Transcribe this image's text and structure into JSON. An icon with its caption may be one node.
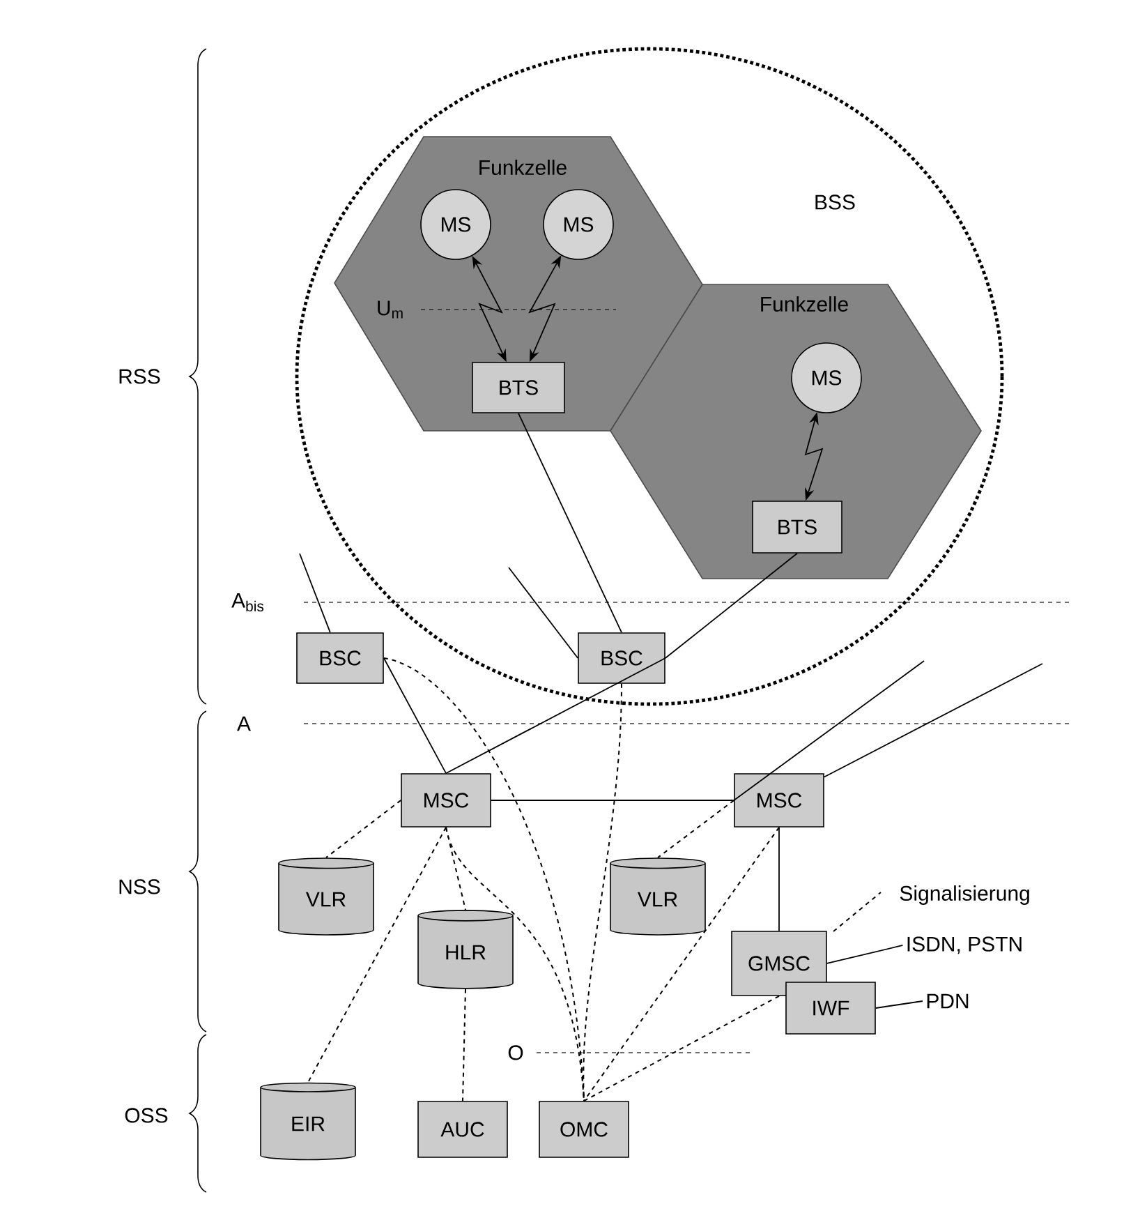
{
  "diagram": {
    "nodes": [
      {
        "text": [
          "BSS"
        ]
      },
      {
        "text": [
          "Funkzelle"
        ],
        "in": 0
      },
      {
        "text": [
          "MS"
        ],
        "in": 1
      },
      {
        "text": [
          "MS"
        ],
        "in": 1
      },
      {
        "text": [
          "BTS"
        ],
        "in": 1
      },
      {
        "text": [
          "Funkzelle"
        ],
        "in": 0
      },
      {
        "text": [
          "MS"
        ],
        "in": 5
      },
      {
        "text": [
          "BTS"
        ],
        "in": 5
      },
      {
        "text": [
          "BSC"
        ]
      },
      {
        "text": [
          "BSC"
        ],
        "in": 0
      },
      {
        "text": [
          "MSC"
        ]
      },
      {
        "text": [
          "MSC"
        ]
      },
      {
        "text": [
          "VLR"
        ]
      },
      {
        "text": [
          "HLR"
        ]
      },
      {
        "text": [
          "VLR"
        ]
      },
      {
        "text": [
          "GMSC"
        ]
      },
      {
        "text": [
          "IWF"
        ]
      },
      {
        "text": [
          "EIR"
        ]
      },
      {
        "text": [
          "AUC"
        ]
      },
      {
        "text": [
          "OMC"
        ]
      },
      {
        "text": [
          "ISDN, PSTN"
        ]
      },
      {
        "text": [
          "PDN"
        ]
      }
    ],
    "edges": [
      {
        "from": 2,
        "to": 4,
        "arrow": "both"
      },
      {
        "from": 3,
        "to": 4,
        "arrow": "both"
      },
      {
        "from": 6,
        "to": 7,
        "arrow": "both"
      },
      {
        "from": 4,
        "to": 9,
        "arrow": "none"
      },
      {
        "from": 7,
        "to": 9,
        "arrow": "none"
      },
      {
        "from": null,
        "to": 8,
        "arrow": "none"
      },
      {
        "from": null,
        "to": 9,
        "arrow": "none"
      },
      {
        "from": 8,
        "to": 10,
        "arrow": "none"
      },
      {
        "from": 9,
        "to": 10,
        "arrow": "none"
      },
      {
        "from": 10,
        "to": 11,
        "arrow": "none"
      },
      {
        "from": null,
        "to": 11,
        "arrow": "none"
      },
      {
        "from": null,
        "to": 11,
        "arrow": "none"
      },
      {
        "from": 11,
        "to": 15,
        "arrow": "none"
      },
      {
        "from": 15,
        "to": 20,
        "arrow": "none"
      },
      {
        "from": 16,
        "to": 21,
        "arrow": "none"
      },
      {
        "from": 8,
        "to": 19,
        "arrow": "none",
        "style": "dashed"
      },
      {
        "from": 9,
        "to": 19,
        "arrow": "none",
        "style": "dashed"
      },
      {
        "from": 10,
        "to": 12,
        "arrow": "none",
        "style": "dashed"
      },
      {
        "from": 10,
        "to": 13,
        "arrow": "none",
        "style": "dashed"
      },
      {
        "from": 10,
        "to": 17,
        "arrow": "none",
        "style": "dashed"
      },
      {
        "from": 10,
        "to": 19,
        "arrow": "none",
        "style": "dashed"
      },
      {
        "from": 13,
        "to": 18,
        "arrow": "none",
        "style": "dashed"
      },
      {
        "from": 11,
        "to": 14,
        "arrow": "none",
        "style": "dashed"
      },
      {
        "from": 11,
        "to": 19,
        "arrow": "none",
        "style": "dashed"
      },
      {
        "from": 15,
        "to": 19,
        "arrow": "none",
        "style": "dashed"
      }
    ],
    "labels": [
      "RSS",
      "NSS",
      "OSS",
      "U$_{m}$",
      "A$_{bis}$",
      "A",
      "O"
    ],
    "legend": [
      {
        "text": "Signalisierung"
      }
    ]
  }
}
